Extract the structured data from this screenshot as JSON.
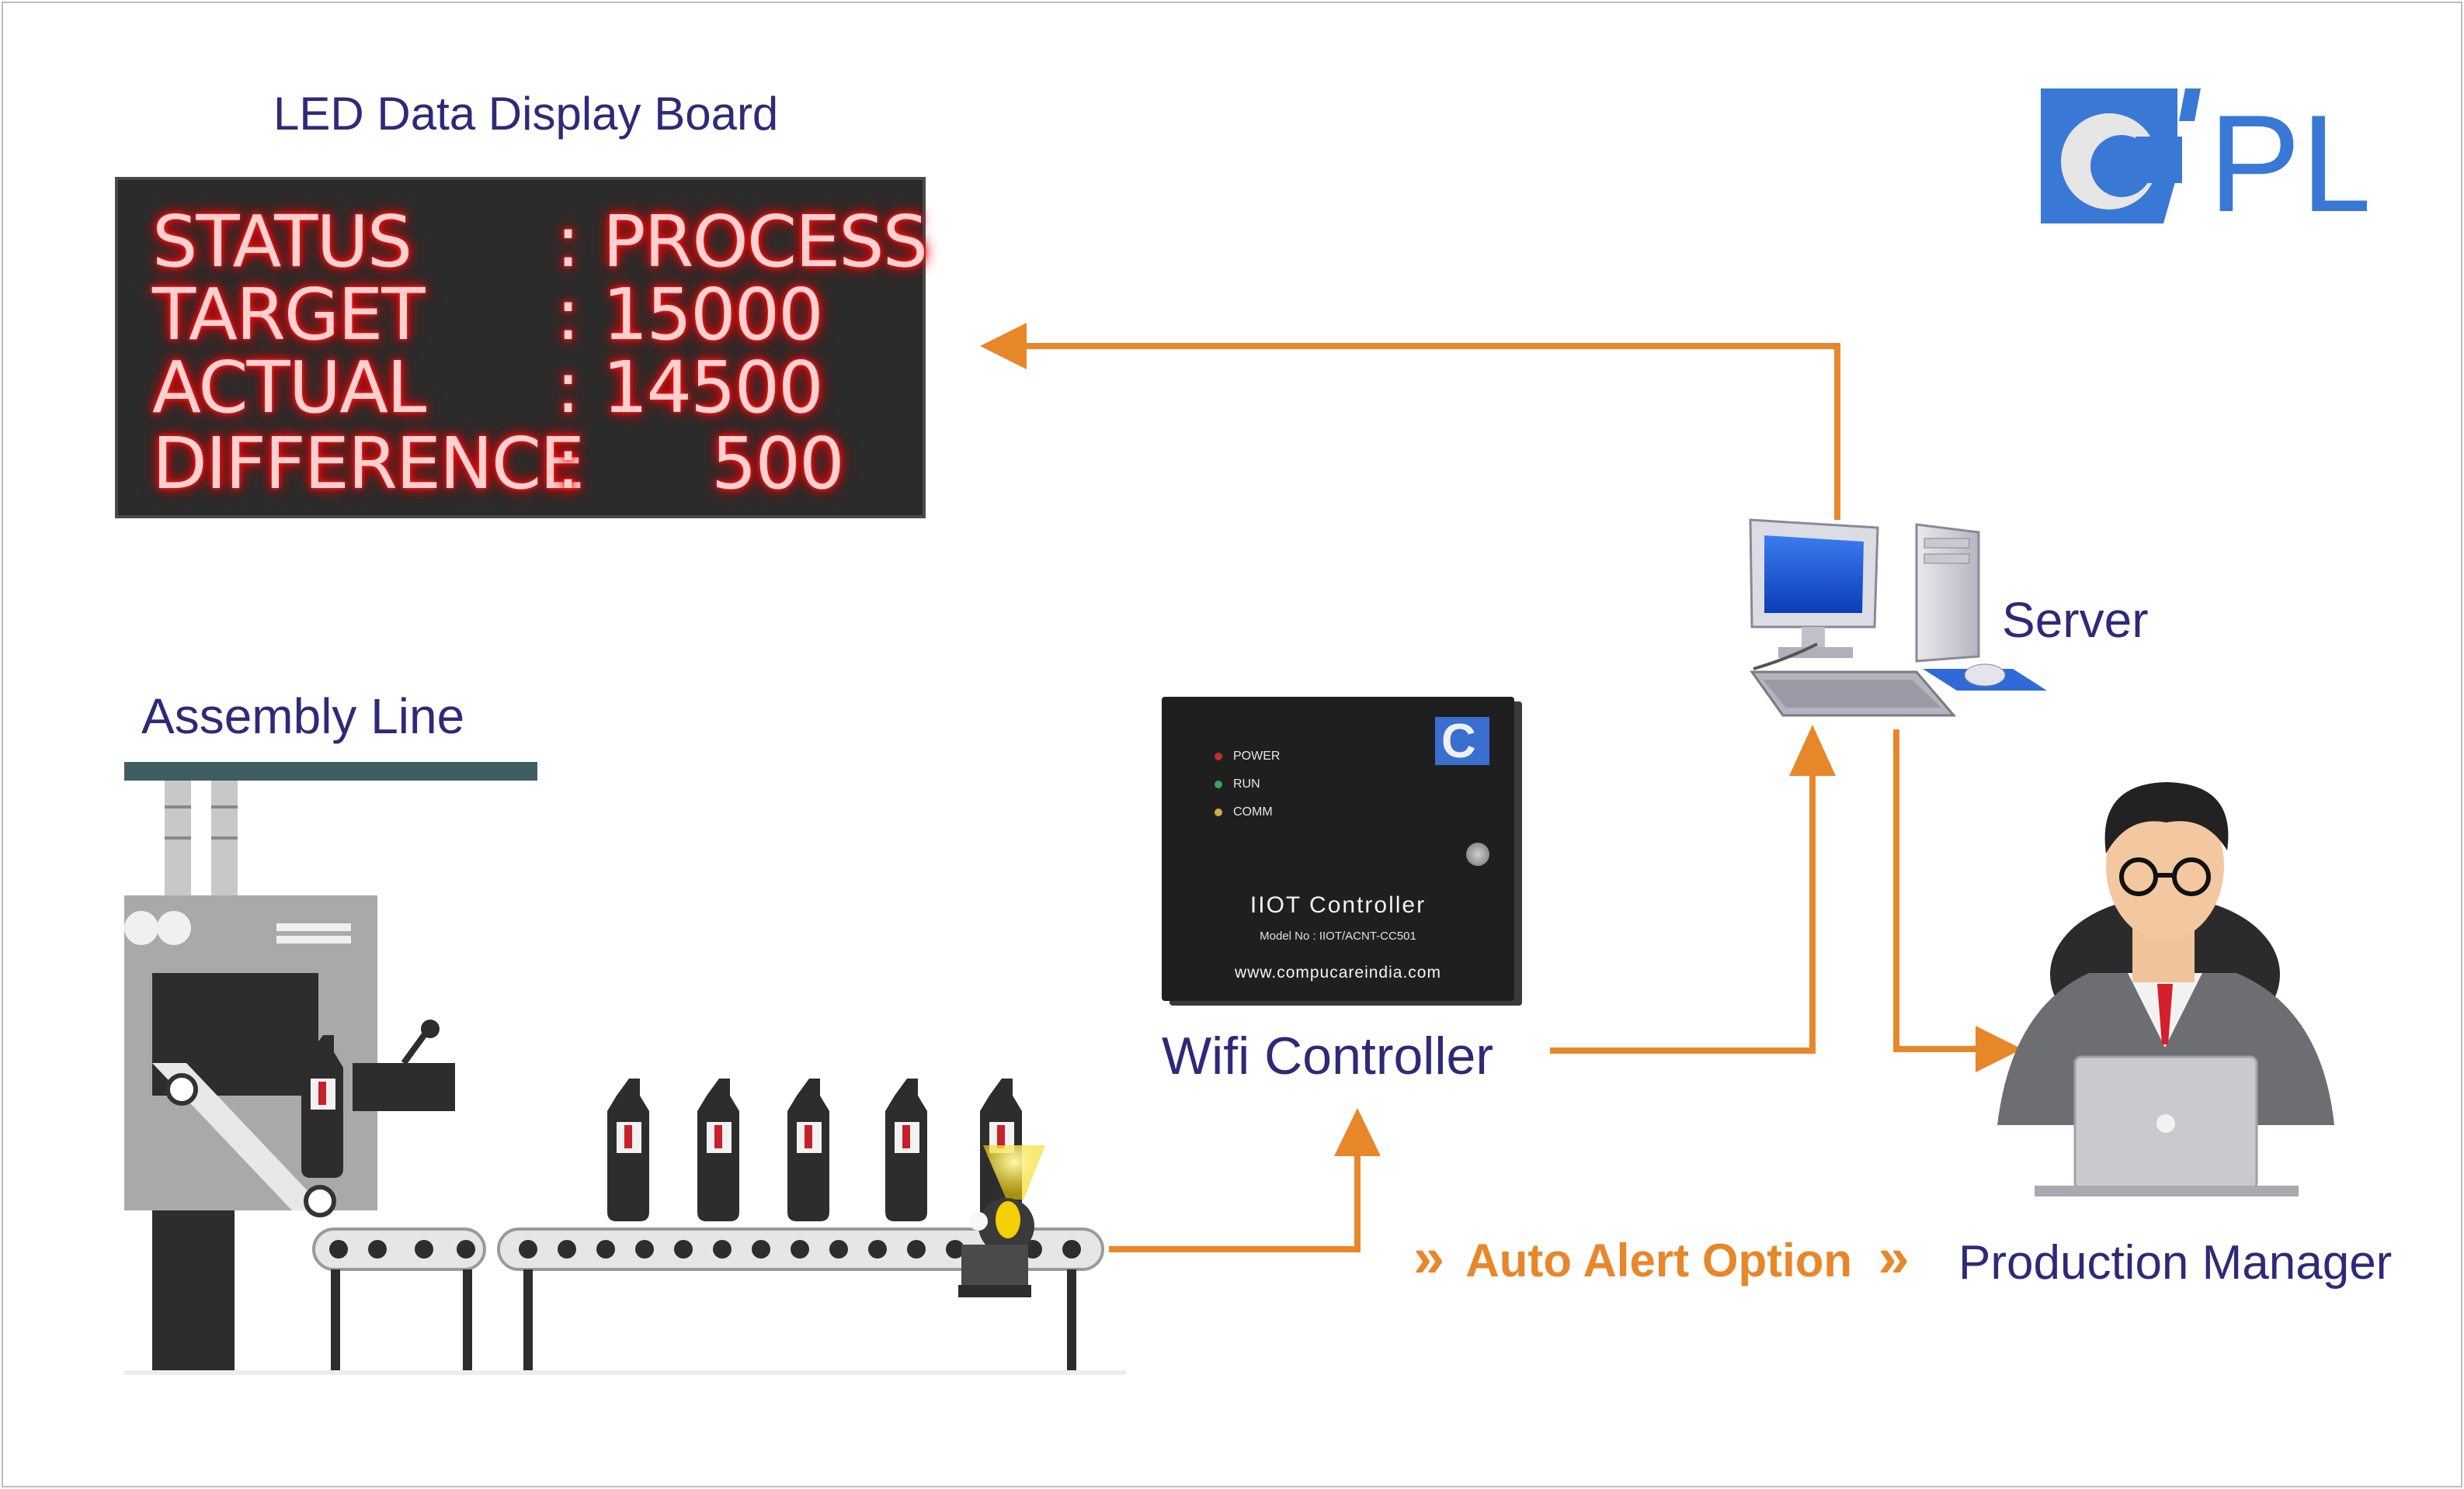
{
  "labels": {
    "led_board": "LED Data Display Board",
    "assembly": "Assembly Line",
    "server": "Server",
    "wifi": "Wifi Controller",
    "manager": "Production Manager",
    "alert": "Auto Alert Option",
    "alert_chevron": "»"
  },
  "led_rows": [
    {
      "key": "STATUS",
      "sep": ":",
      "value": "PROCESS"
    },
    {
      "key": "TARGET",
      "sep": ":",
      "value": "15000"
    },
    {
      "key": "ACTUAL",
      "sep": ":",
      "value": "14500"
    },
    {
      "key": "DIFFERENCE",
      "sep": ":",
      "value": "500"
    }
  ],
  "controller": {
    "indicators": [
      "POWER",
      "RUN",
      "COMM"
    ],
    "name": "IIOT Controller",
    "model": "Model No : IIOT/ACNT-CC501",
    "website": "www.compucareindia.com",
    "badge": "C"
  },
  "logo": {
    "letter": "C",
    "text": "PL",
    "color": "#3a78d6"
  },
  "colors": {
    "arrow": "#e8872a",
    "title": "#2e2a78",
    "led_text": "#ff2a2a",
    "board": "#2b2b2b"
  }
}
